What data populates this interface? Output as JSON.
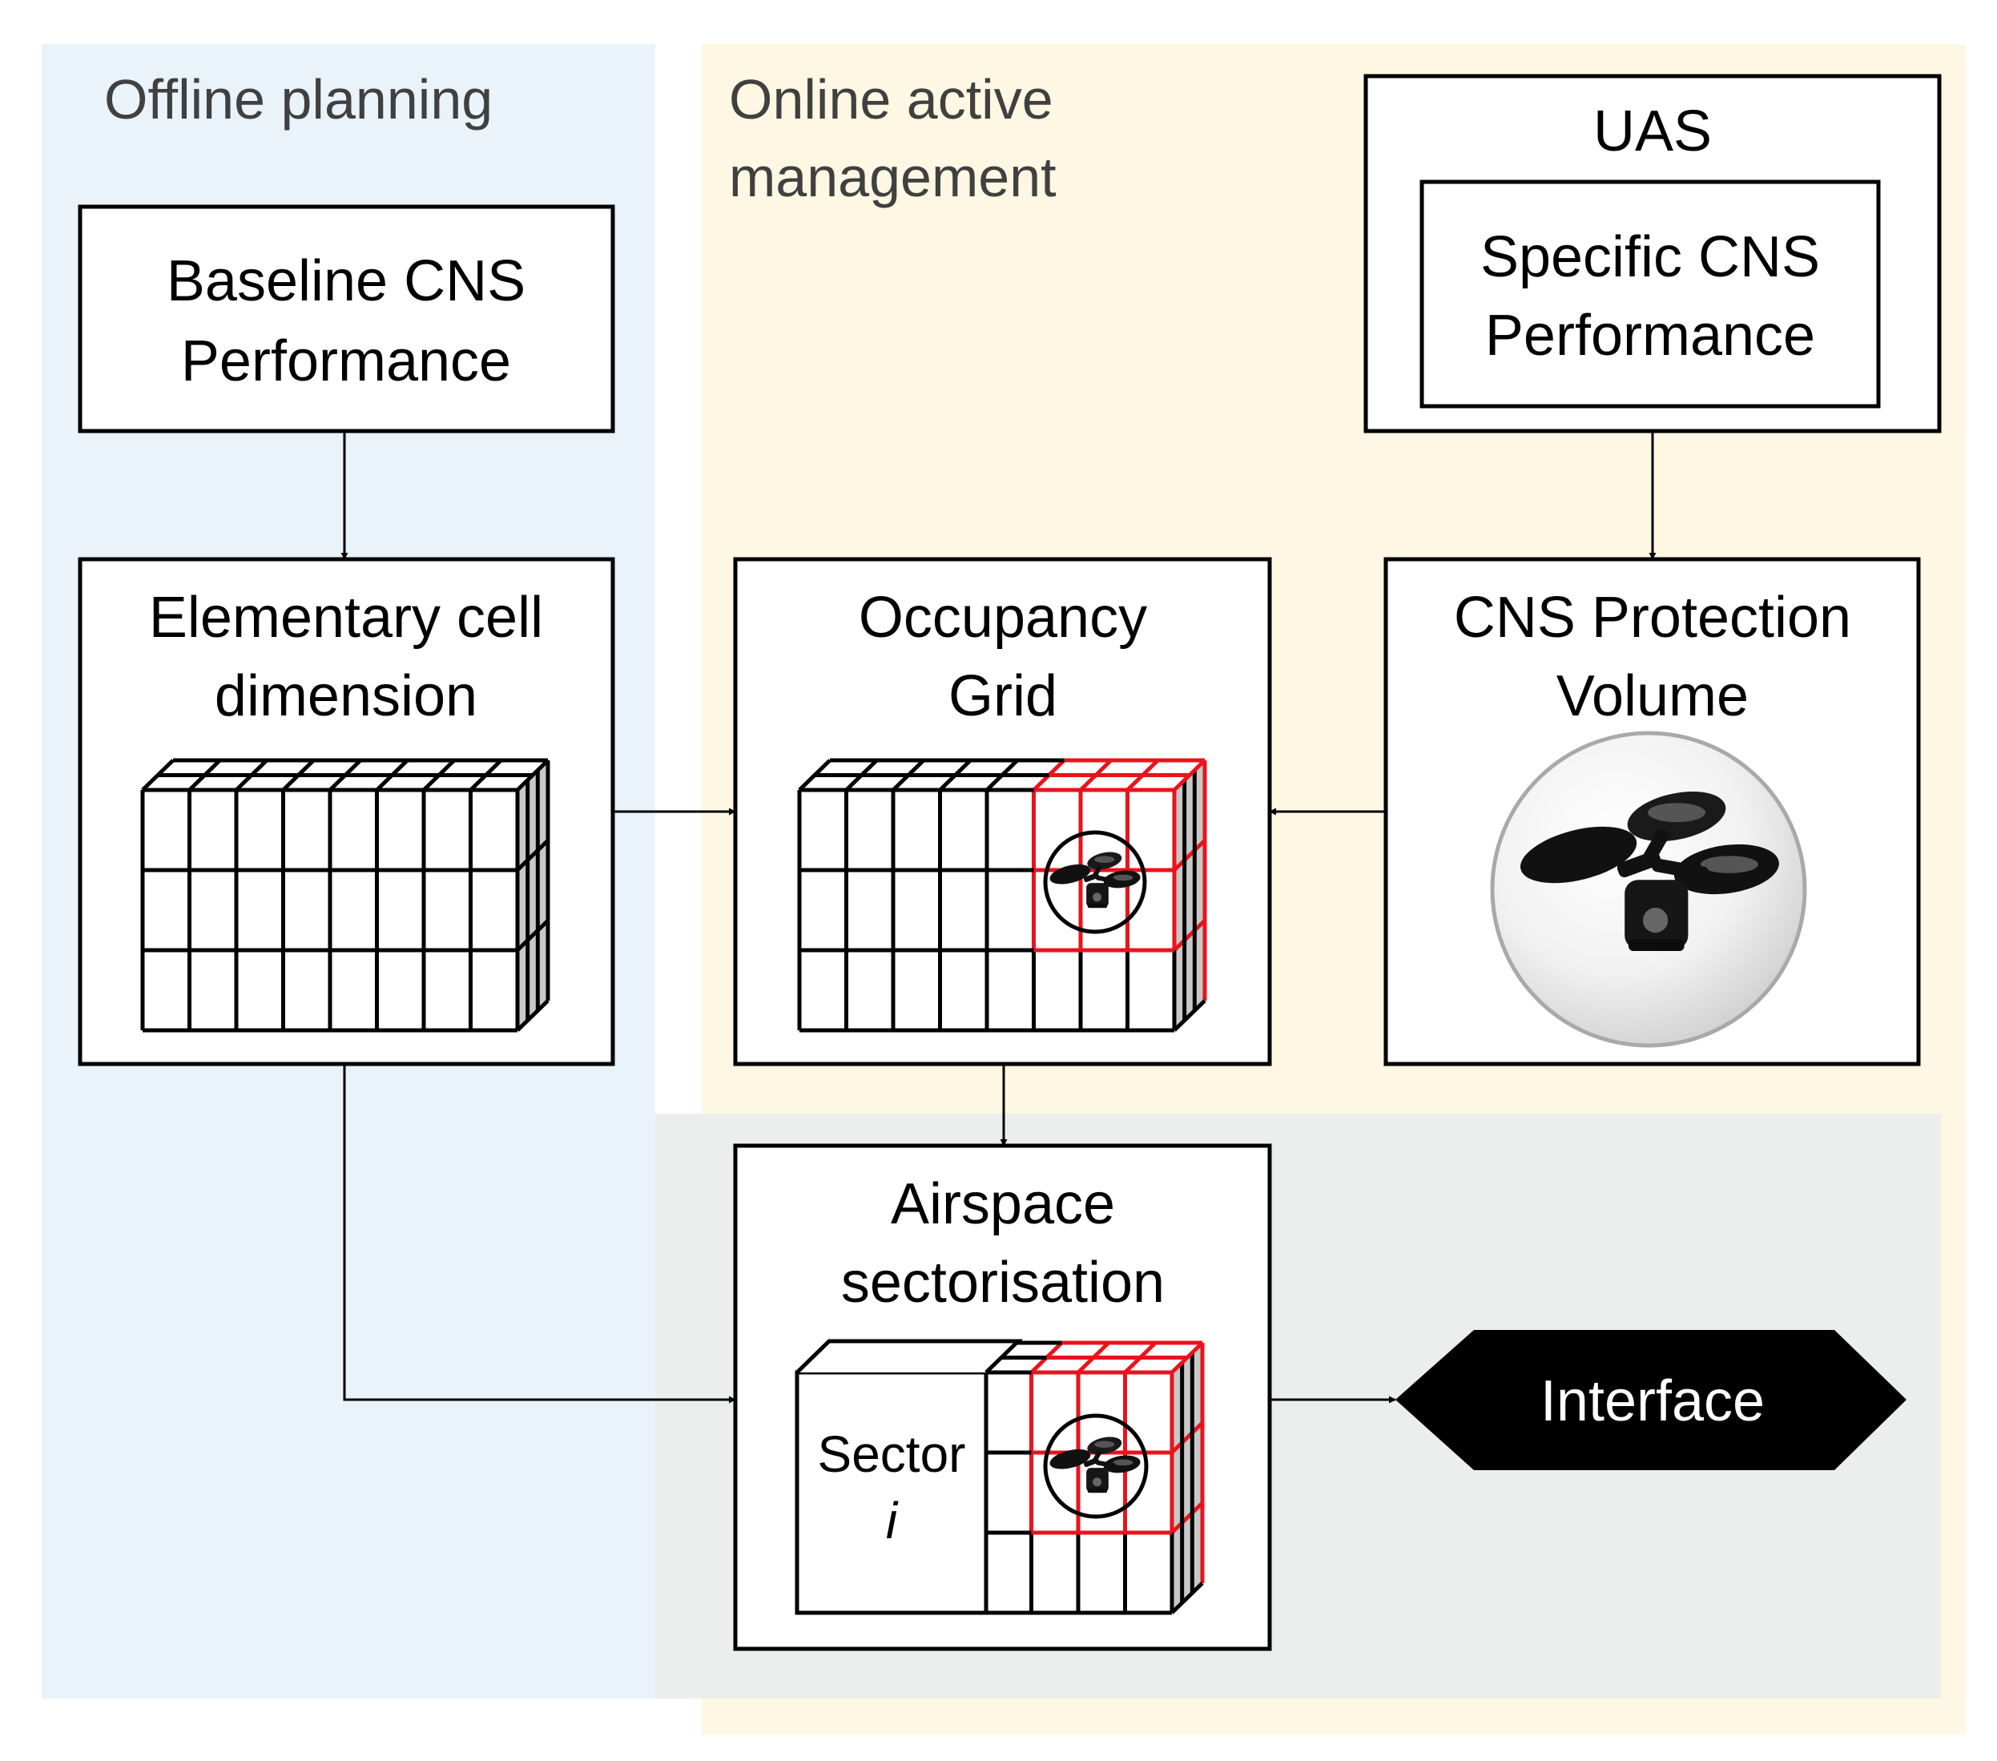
{
  "colors": {
    "offline_bg": "#eaf2fa",
    "online_bg": "#fef7e3",
    "sector_bg": "#ebeeec",
    "highlight": "#e8141c",
    "interface_bg": "#000000"
  },
  "regions": {
    "offline": {
      "label": "Offline planning"
    },
    "online": {
      "line1": "Online active",
      "line2": "management"
    }
  },
  "boxes": {
    "baseline": {
      "line1": "Baseline CNS",
      "line2": "Performance"
    },
    "uas": {
      "title": "UAS",
      "inner_line1": "Specific CNS",
      "inner_line2": "Performance"
    },
    "elementary": {
      "line1": "Elementary cell",
      "line2": "dimension"
    },
    "occupancy": {
      "line1": "Occupancy",
      "line2": "Grid"
    },
    "protection": {
      "line1": "CNS Protection",
      "line2": "Volume"
    },
    "airspace": {
      "line1": "Airspace",
      "line2": "sectorisation",
      "sector_label": "Sector",
      "sector_index": "i"
    },
    "interface": {
      "label": "Interface"
    }
  },
  "icons": {
    "drone": "quadcopter-drone-icon",
    "grid": "3d-cell-grid-icon",
    "protection_sphere": "protection-sphere-icon"
  }
}
